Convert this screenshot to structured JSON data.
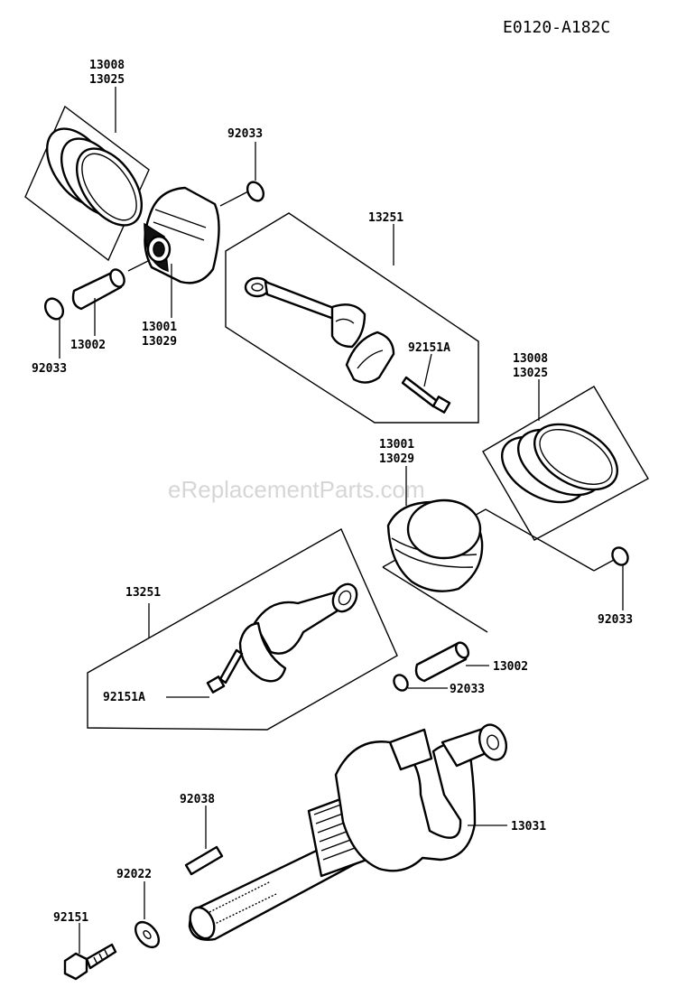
{
  "diagram_code": "E0120-A182C",
  "watermark": "eReplacementParts.com",
  "callouts": {
    "ring_set_top": [
      "13008",
      "13025"
    ],
    "pin_clip_top_right": "92033",
    "conrod_top": "13251",
    "bolt_top": "92151A",
    "piston_top": [
      "13001",
      "13029"
    ],
    "pin_top": "13002",
    "pin_clip_top_left": "92033",
    "ring_set_right": [
      "13008",
      "13025"
    ],
    "piston_mid": [
      "13001",
      "13029"
    ],
    "pin_clip_right": "92033",
    "conrod_bottom": "13251",
    "pin_bottom": "13002",
    "bolt_bottom": "92151A",
    "pin_clip_bottom": "92033",
    "key": "92038",
    "crankshaft": "13031",
    "washer": "92022",
    "crank_bolt": "92151"
  }
}
